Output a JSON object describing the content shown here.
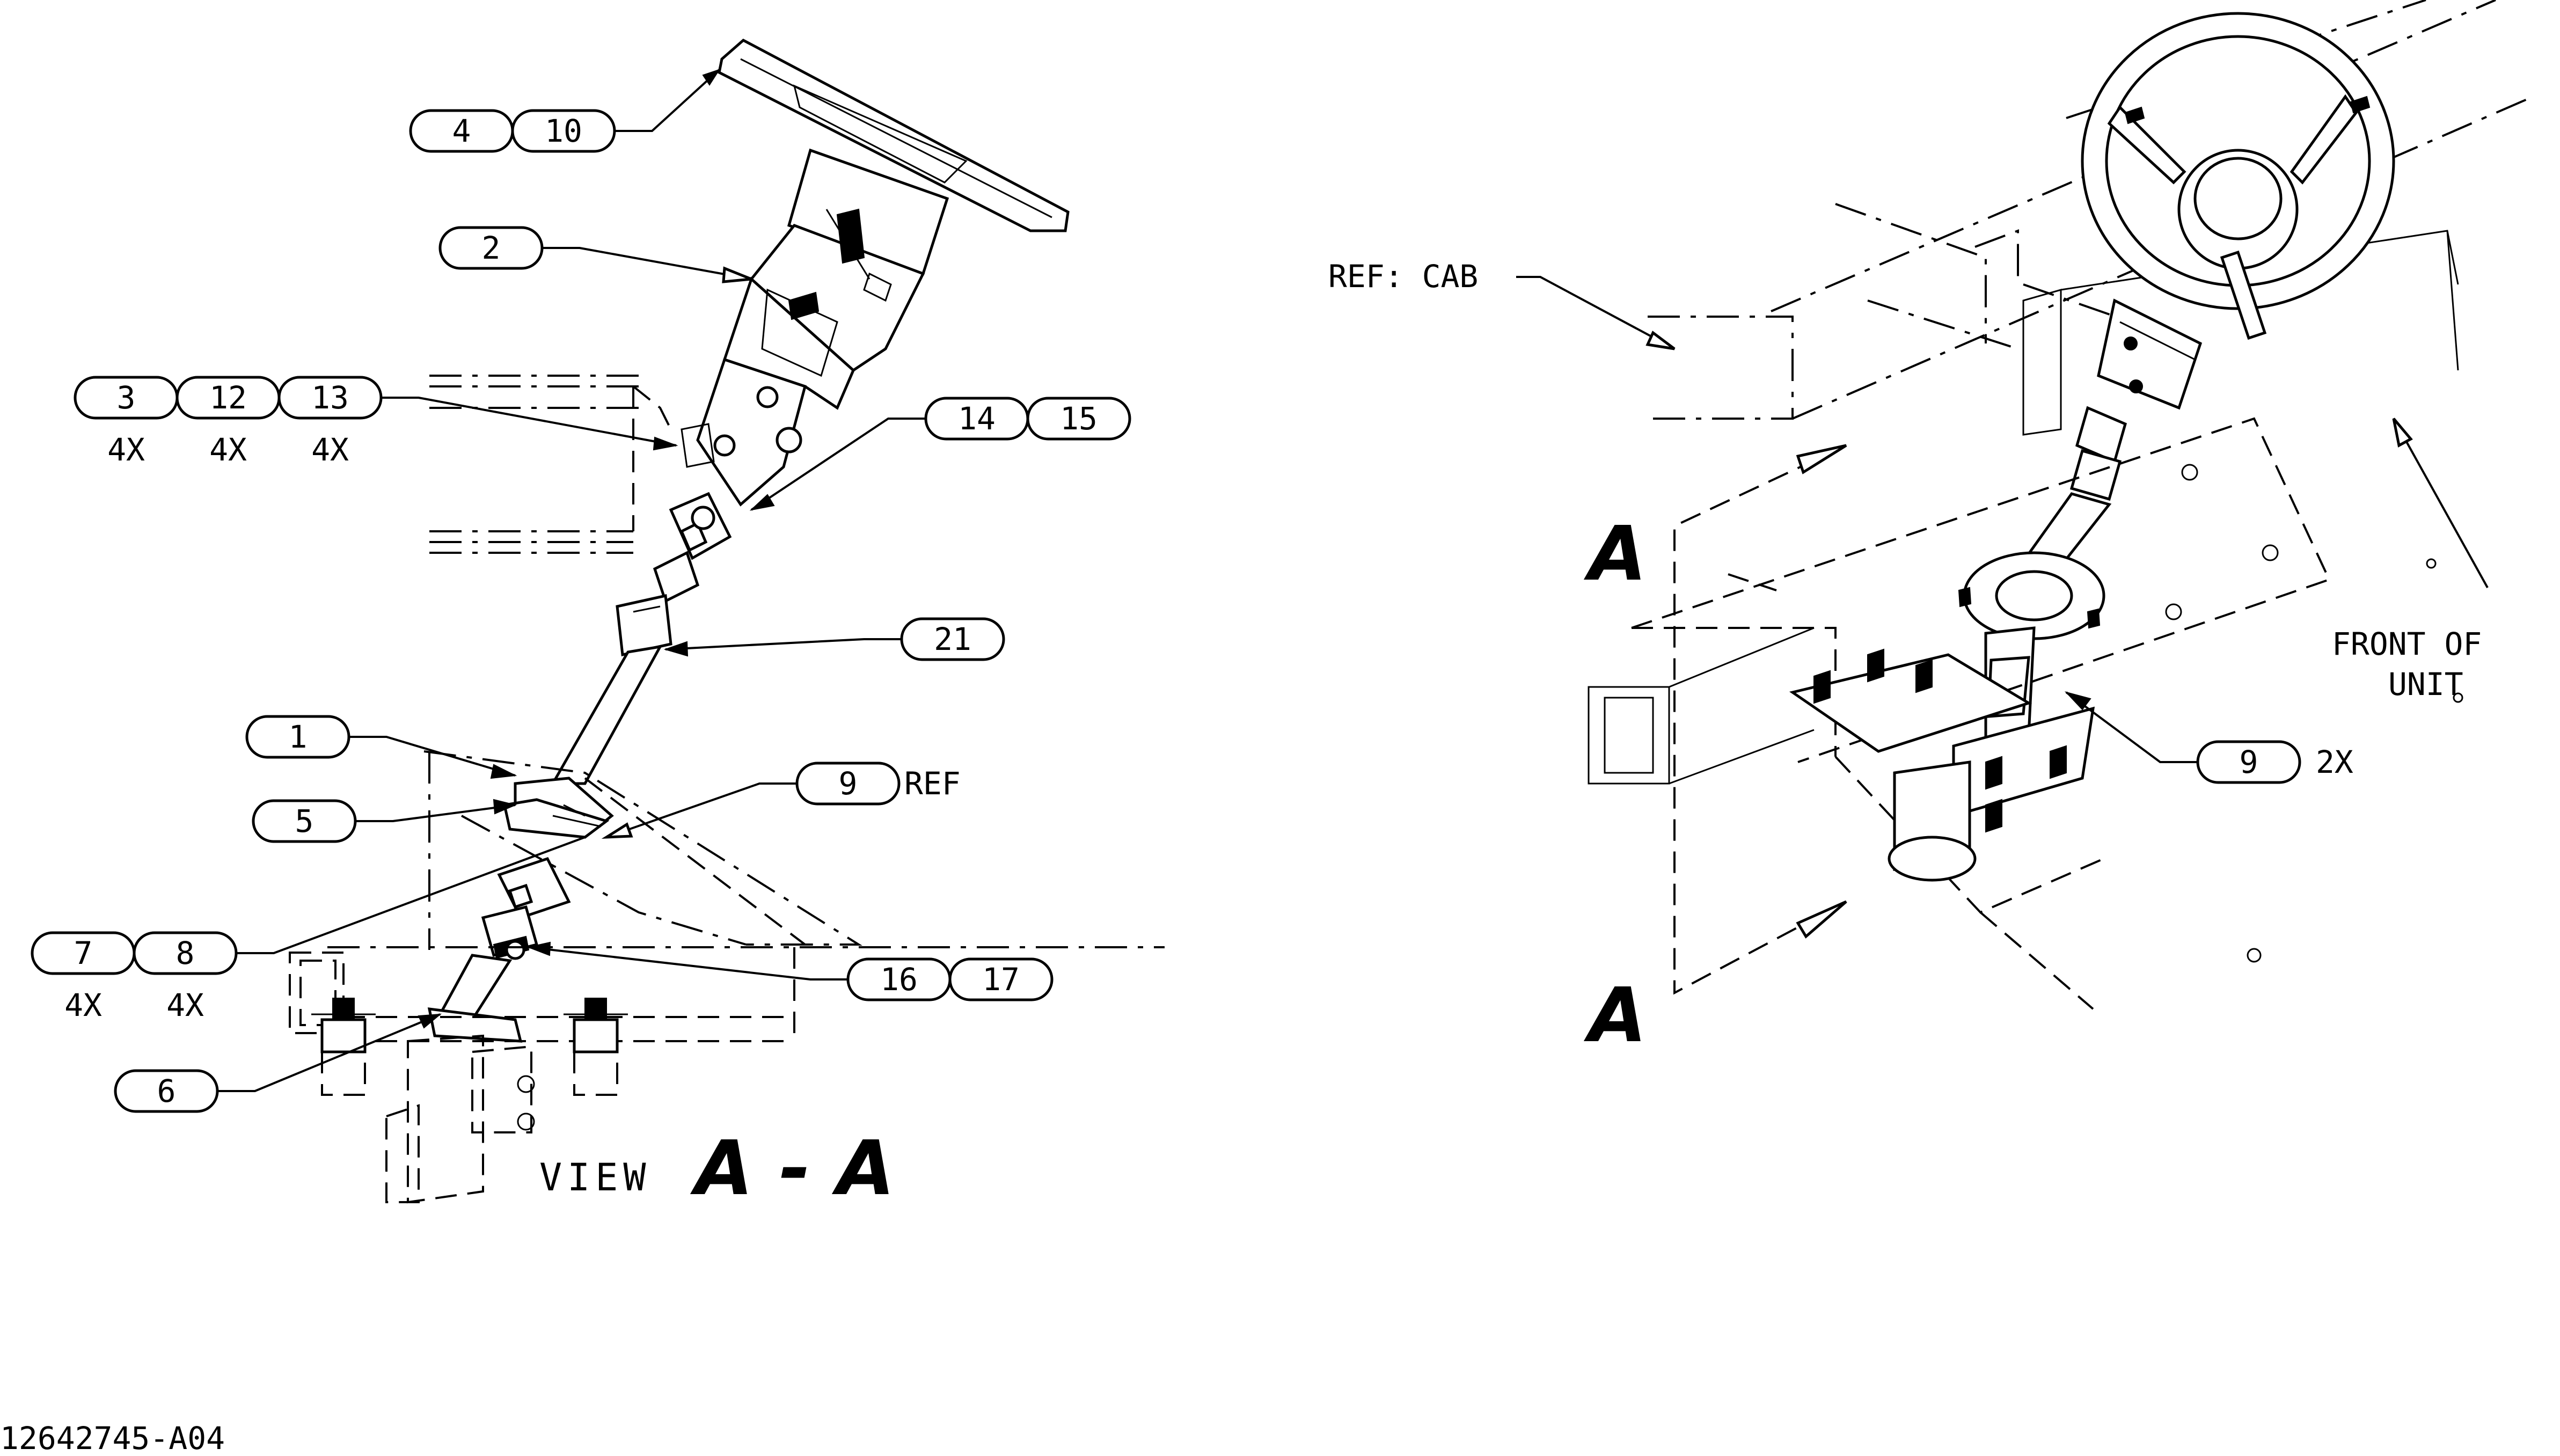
{
  "drawing_number": "12642745-A04",
  "view_label": {
    "prefix": "VIEW",
    "section": "A - A"
  },
  "section_marks": {
    "upper": "A",
    "lower": "A"
  },
  "notes": {
    "ref_cab": "REF: CAB",
    "front_of": "FRONT OF",
    "unit": "UNIT"
  },
  "callouts": {
    "c4": "4",
    "c10": "10",
    "c2": "2",
    "c3": "3",
    "c12": "12",
    "c13": "13",
    "c14": "14",
    "c15": "15",
    "c21": "21",
    "c1": "1",
    "c5": "5",
    "c9_left": "9",
    "c7": "7",
    "c8": "8",
    "c16": "16",
    "c17": "17",
    "c6": "6",
    "c9_right": "9"
  },
  "quantities": {
    "q3": "4X",
    "q12": "4X",
    "q13": "4X",
    "q7": "4X",
    "q8": "4X",
    "q9_right": "2X"
  },
  "ref_suffix": "REF",
  "icons": {
    "steering_wheel": "steering-wheel-drawing",
    "column": "steering-column-drawing",
    "gear_box": "steering-gear-drawing"
  }
}
